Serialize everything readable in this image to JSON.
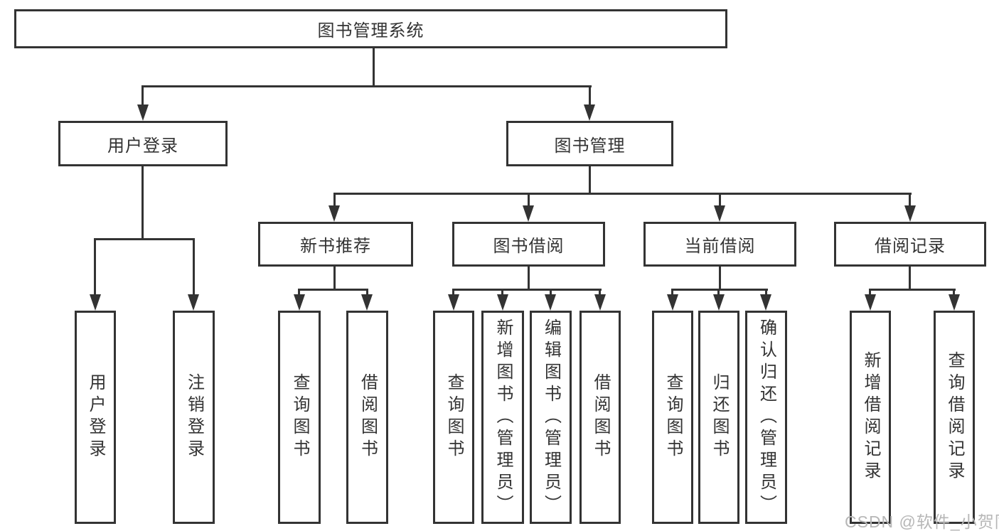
{
  "diagram_title": "图书管理系统",
  "tree": {
    "root": {
      "label": "图书管理系统",
      "children": [
        {
          "label": "用户登录",
          "children": [
            {
              "label": "用户登录"
            },
            {
              "label": "注销登录"
            }
          ]
        },
        {
          "label": "图书管理",
          "children": [
            {
              "label": "新书推荐",
              "children": [
                {
                  "label": "查询图书"
                },
                {
                  "label": "借阅图书"
                }
              ]
            },
            {
              "label": "图书借阅",
              "children": [
                {
                  "label": "查询图书"
                },
                {
                  "label": "新增图书（管理员）"
                },
                {
                  "label": "编辑图书（管理员）"
                },
                {
                  "label": "借阅图书"
                }
              ]
            },
            {
              "label": "当前借阅",
              "children": [
                {
                  "label": "查询图书"
                },
                {
                  "label": "归还图书"
                },
                {
                  "label": "确认归还（管理员）"
                }
              ]
            },
            {
              "label": "借阅记录",
              "children": [
                {
                  "label": "新增借阅记录"
                },
                {
                  "label": "查询借阅记录"
                }
              ]
            }
          ]
        }
      ]
    }
  },
  "watermark": {
    "text": "CSDN @软件_小贺同学"
  },
  "colors": {
    "line": "#333333",
    "box_border": "#333333",
    "text": "#333333",
    "background": "#ffffff",
    "watermark": "#b7b7b7"
  }
}
